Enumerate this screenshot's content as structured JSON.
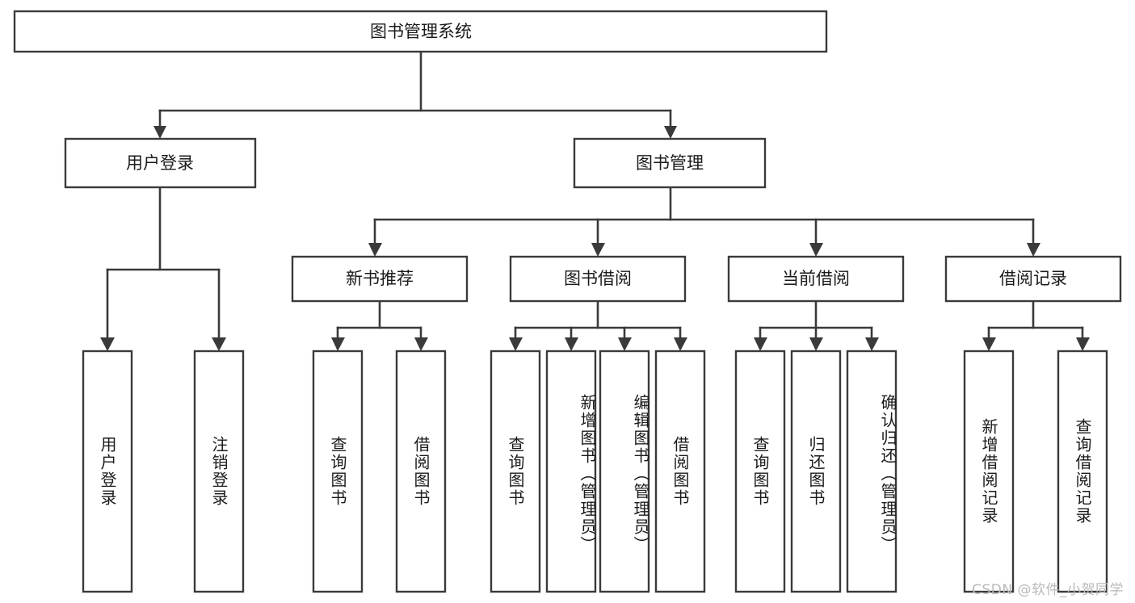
{
  "diagram": {
    "title": "图书管理系统",
    "type": "tree-hierarchy",
    "root": {
      "label": "图书管理系统"
    },
    "level2": [
      {
        "label": "用户登录"
      },
      {
        "label": "图书管理"
      }
    ],
    "level3": [
      {
        "label": "新书推荐"
      },
      {
        "label": "图书借阅"
      },
      {
        "label": "当前借阅"
      },
      {
        "label": "借阅记录"
      }
    ],
    "leaves_user_login": [
      {
        "label": "用户登录"
      },
      {
        "label": "注销登录"
      }
    ],
    "leaves_new_book": [
      {
        "label": "查询图书"
      },
      {
        "label": "借阅图书"
      }
    ],
    "leaves_borrow": [
      {
        "label": "查询图书"
      },
      {
        "label": "新增图书（管理员）"
      },
      {
        "label": "编辑图书（管理员）"
      },
      {
        "label": "借阅图书"
      }
    ],
    "leaves_current": [
      {
        "label": "查询图书"
      },
      {
        "label": "归还图书"
      },
      {
        "label": "确认归还（管理员）"
      }
    ],
    "leaves_records": [
      {
        "label": "新增借阅记录"
      },
      {
        "label": "查询借阅记录"
      }
    ],
    "colors": {
      "box_stroke": "#3a3a3a",
      "box_fill": "#ffffff",
      "text": "#1b1b1b",
      "connector": "#3a3a3a",
      "watermark": "#b9b9b9",
      "background": "#ffffff"
    }
  },
  "watermark": {
    "text": "CSDN @软件_小贺同学"
  }
}
